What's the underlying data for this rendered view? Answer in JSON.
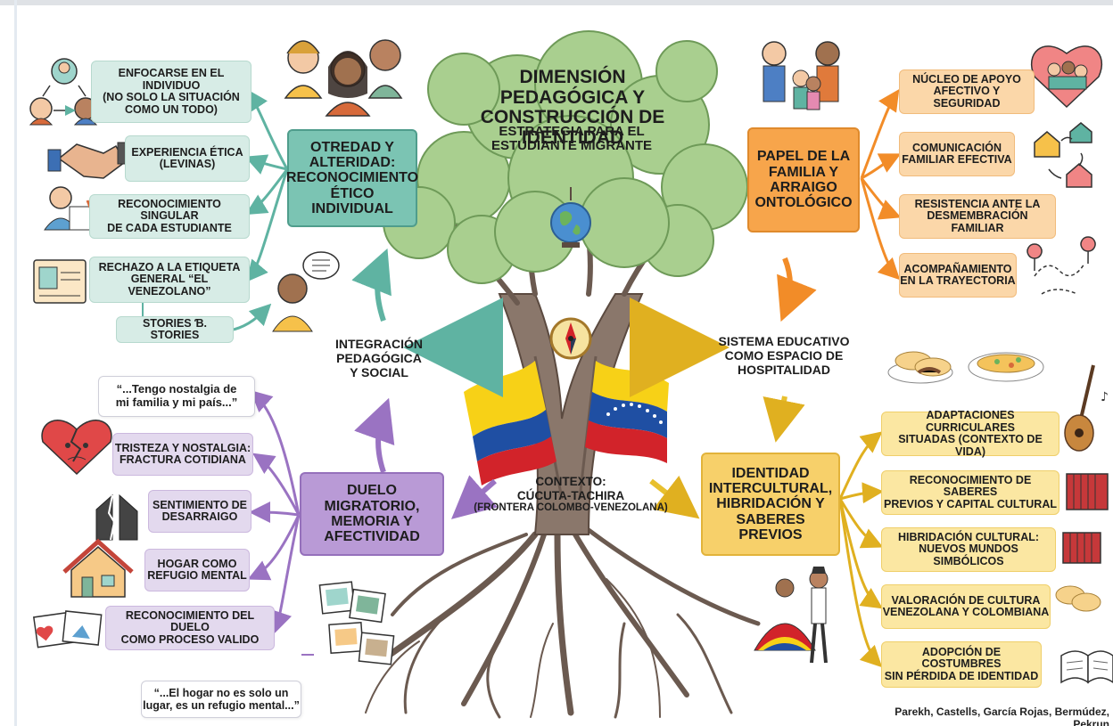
{
  "title": {
    "line1": "DIMENSIÓN PEDAGÓGICA Y",
    "line2": "CONSTRUCCIÓN DE IDENTIDAD"
  },
  "subtitle": {
    "line1": "ESTRATEGIA PARA EL",
    "line2": "ESTUDIANTE MIGRANTE"
  },
  "context": {
    "line1": "CONTEXTO:",
    "line2": "CÚCUTA-TACHIRA",
    "line3": "(FRONTERA COLOMBO-VENEZOLANA)"
  },
  "center_labels": {
    "integration": {
      "line1": "INTEGRACIÓN",
      "line2": "PEDAGÓGICA",
      "line3": "Y SOCIAL"
    },
    "system": {
      "line1": "SISTEMA EDUCATIVO",
      "line2": "COMO ESPACIO DE",
      "line3": "HOSPITALIDAD"
    }
  },
  "otredad": {
    "hub": {
      "line1": "OTREDAD Y",
      "line2": "ALTERIDAD:",
      "line3": "RECONOCIMIENTO",
      "line4": "ÉTICO INDIVIDUAL"
    },
    "items": [
      {
        "line1": "ENFOCARSE EN EL INDIVIDUO",
        "line2": "(NO SOLO LA SITUACIÓN",
        "line3": "COMO UN TODO)"
      },
      {
        "line1": "EXPERIENCIA ÉTICA",
        "line2": "(LEVINAS)"
      },
      {
        "line1": "RECONOCIMIENTO SINGULAR",
        "line2": "DE CADA ESTUDIANTE"
      },
      {
        "line1": "RECHAZO A LA ETIQUETA",
        "line2": "GENERAL “EL VENEZOLANO”"
      },
      {
        "line1": "STORIES Ɓ. STORIES"
      }
    ]
  },
  "familia": {
    "hub": {
      "line1": "PAPEL DE LA",
      "line2": "FAMILIA Y",
      "line3": "ARRAIGO",
      "line4": "ONTOLÓGICO"
    },
    "items": [
      {
        "line1": "NÚCLEO DE APOYO",
        "line2": "AFECTIVO Y SEGURIDAD"
      },
      {
        "line1": "COMUNICACIÓN",
        "line2": "FAMILIAR EFECTIVA"
      },
      {
        "line1": "RESISTENCIA ANTE LA",
        "line2": "DESMEMBRACIÓN FAMILIAR"
      },
      {
        "line1": "ACOMPAÑAMIENTO",
        "line2": "EN LA TRAYECTORIA"
      }
    ]
  },
  "duelo": {
    "hub": {
      "line1": "DUELO MIGRATORIO,",
      "line2": "MEMORIA Y",
      "line3": "AFECTIVIDAD"
    },
    "items": [
      {
        "line1": "TRISTEZA Y NOSTALGIA:",
        "line2": "FRACTURA COTIDIANA"
      },
      {
        "line1": "SENTIMIENTO DE",
        "line2": "DESARRAIGO"
      },
      {
        "line1": "HOGAR COMO",
        "line2": "REFUGIO MENTAL"
      },
      {
        "line1": "RECONOCIMIENTO DEL DUELO",
        "line2": "COMO PROCESO VALIDO"
      }
    ],
    "quote_top": {
      "line1": "“...Tengo nostalgia de",
      "line2": "mi familia y mi país...”"
    },
    "quote_bottom": {
      "line1": "“...El hogar no es solo un",
      "line2": "lugar, es un refugio mental...”"
    }
  },
  "identidad": {
    "hub": {
      "line1": "IDENTIDAD",
      "line2": "INTERCULTURAL,",
      "line3": "HIBRIDACIÓN Y",
      "line4": "SABERES PREVIOS"
    },
    "items": [
      {
        "line1": "ADAPTACIONES CURRICULARES",
        "line2": "SITUADAS (CONTEXTO DE VIDA)"
      },
      {
        "line1": "RECONOCIMIENTO DE SABERES",
        "line2": "PREVIOS Y CAPITAL CULTURAL"
      },
      {
        "line1": "HIBRIDACIÓN CULTURAL:",
        "line2": "NUEVOS MUNDOS SIMBÓLICOS"
      },
      {
        "line1": "VALORACIÓN DE CULTURA",
        "line2": "VENEZOLANA Y COLOMBIANA"
      },
      {
        "line1": "ADOPCIÓN DE COSTUMBRES",
        "line2": "SIN PÉRDIDA DE IDENTIDAD"
      }
    ]
  },
  "credits": "Parekh, Castells, García Rojas, Bermúdez, Pekrun",
  "colors": {
    "teal": "#5fb3a2",
    "orange": "#f28c28",
    "purple": "#9a73c2",
    "yellow": "#e0b020",
    "foliage": "#a9cf8f",
    "trunk": "#7e6a5e",
    "colombia_yellow": "#f7d117",
    "colombia_blue": "#1f4fa3",
    "colombia_red": "#d2232a",
    "venezuela_yellow": "#f7d117",
    "venezuela_blue": "#1f4fa3",
    "venezuela_red": "#d2232a"
  },
  "icons": [
    "people-icon",
    "handshake-icon",
    "writing-person-icon",
    "id-card-icon",
    "speech-bubble-icon",
    "family-icon",
    "heart-family-icon",
    "houses-icon",
    "map-route-icon",
    "broken-heart-icon",
    "broken-house-icon",
    "house-icon",
    "photos-icon",
    "globe-icon",
    "compass-icon",
    "arepas-icon",
    "soup-icon",
    "guitar-icon",
    "accordion-icon",
    "book-icon",
    "dancers-icon"
  ]
}
